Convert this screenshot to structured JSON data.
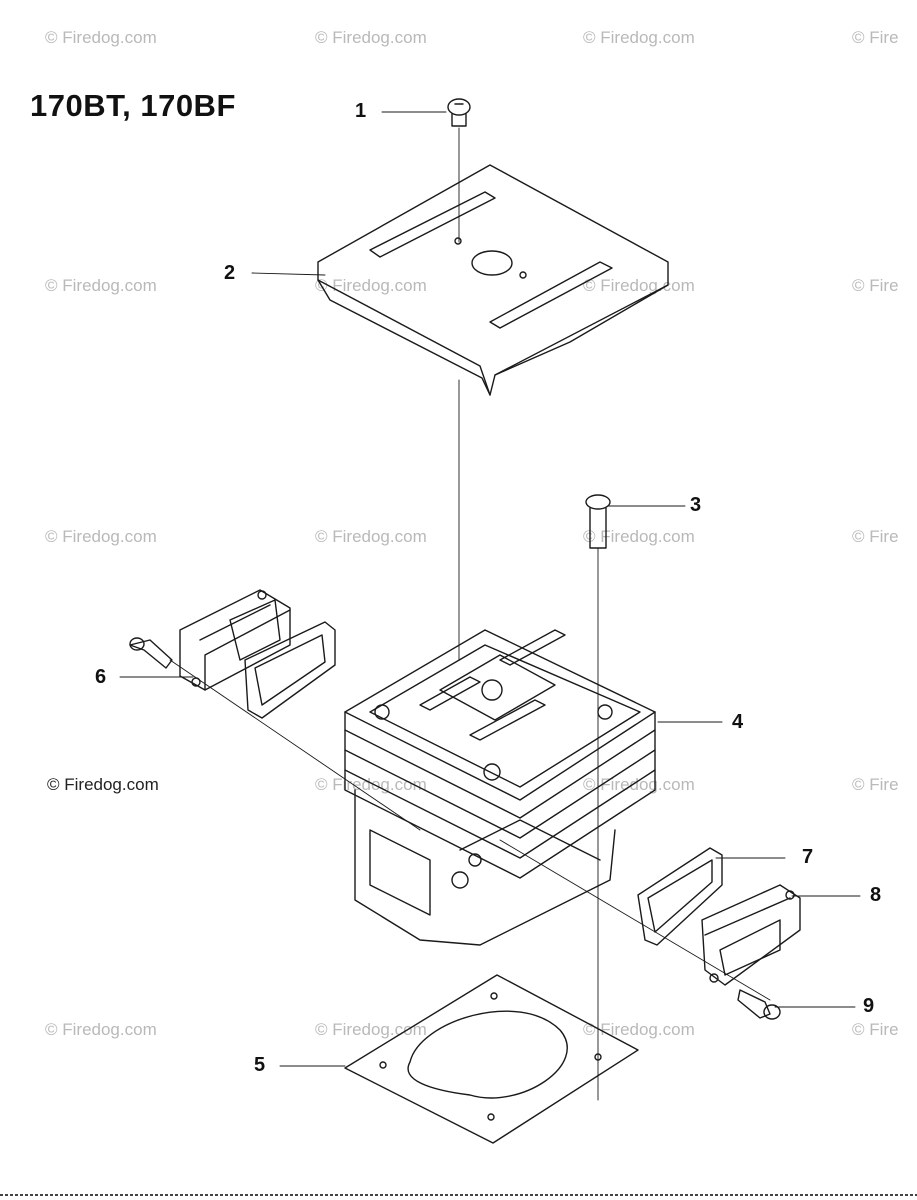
{
  "title": "170BT, 170BF",
  "watermark_text": "© Firedog.com",
  "watermark_partial": "© Fire",
  "callouts": [
    "1",
    "2",
    "3",
    "4",
    "5",
    "6",
    "7",
    "8",
    "9"
  ],
  "colors": {
    "line": "#1a1a1a",
    "watermark": "#b9b9b9"
  }
}
